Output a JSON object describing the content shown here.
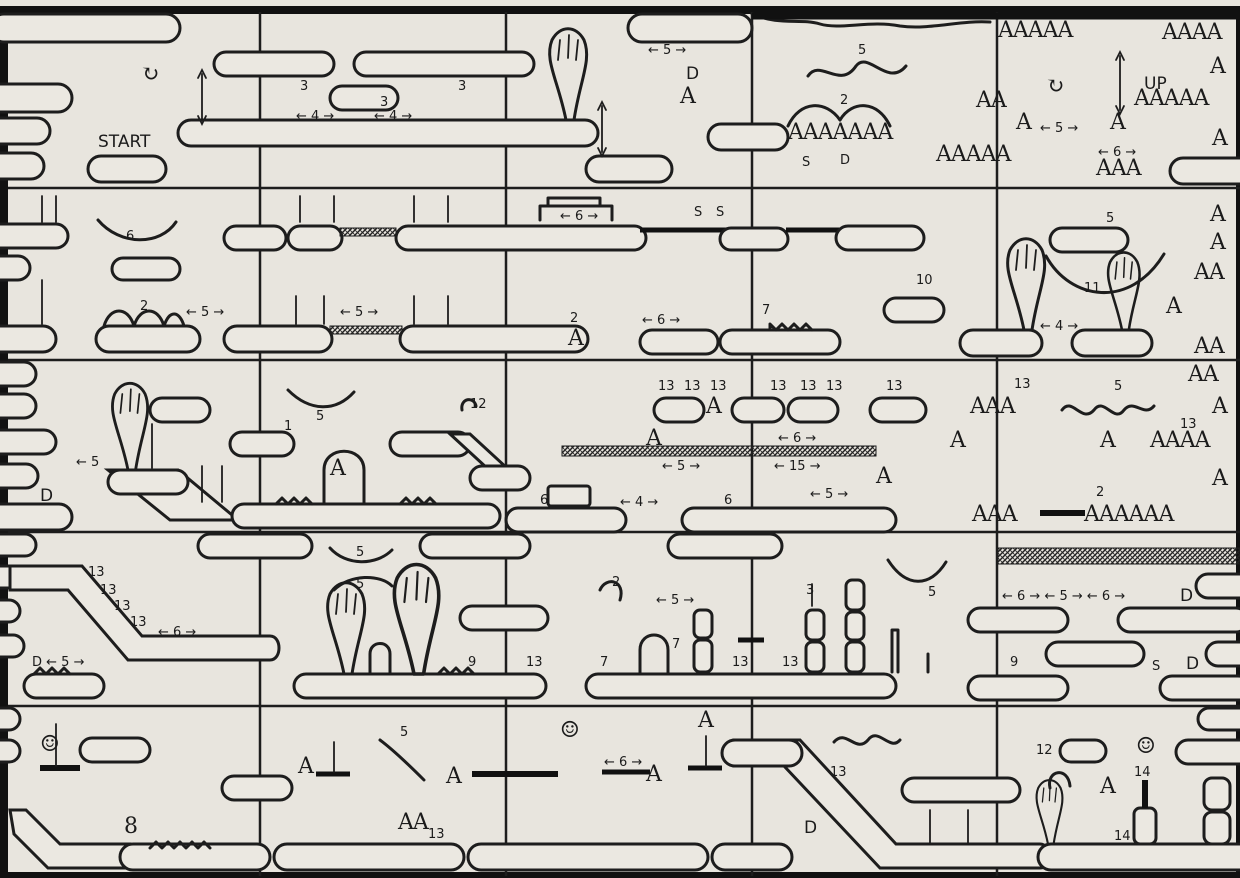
{
  "map": {
    "start_label": "START",
    "up_label": "UP",
    "door_label": "D",
    "score_label": "S",
    "enemy_glyph": "A",
    "enemy_row_5": "AAAAA",
    "enemy_row_4": "AAAA",
    "enemy_row_6": "AAAAAA",
    "enemy_row_7": "AAAAAAA",
    "enemy_row_3": "AAA",
    "enemy_row_2": "AA",
    "numbers": {
      "n1": "1",
      "n2": "2",
      "n3": "3",
      "n4": "4",
      "n5": "5",
      "n6": "6",
      "n7": "7",
      "n8": "8",
      "n9": "9",
      "n10": "10",
      "n11": "11",
      "n12": "12",
      "n13": "13",
      "n14": "14",
      "n15": "15"
    },
    "arrow_5": "← 5 →",
    "arrow_6": "← 6 →",
    "arrow_4": "← 4 →",
    "arrow_15": "← 15 →",
    "arrow_5_left": "← 5",
    "d_arrow_5": "D ← 5 →",
    "d_arrow_6": "← 6 → D",
    "chain_5_6": "← 6 → ← 5 → ← 6 →",
    "smiley": "☺",
    "loop_icon": "↻"
  }
}
